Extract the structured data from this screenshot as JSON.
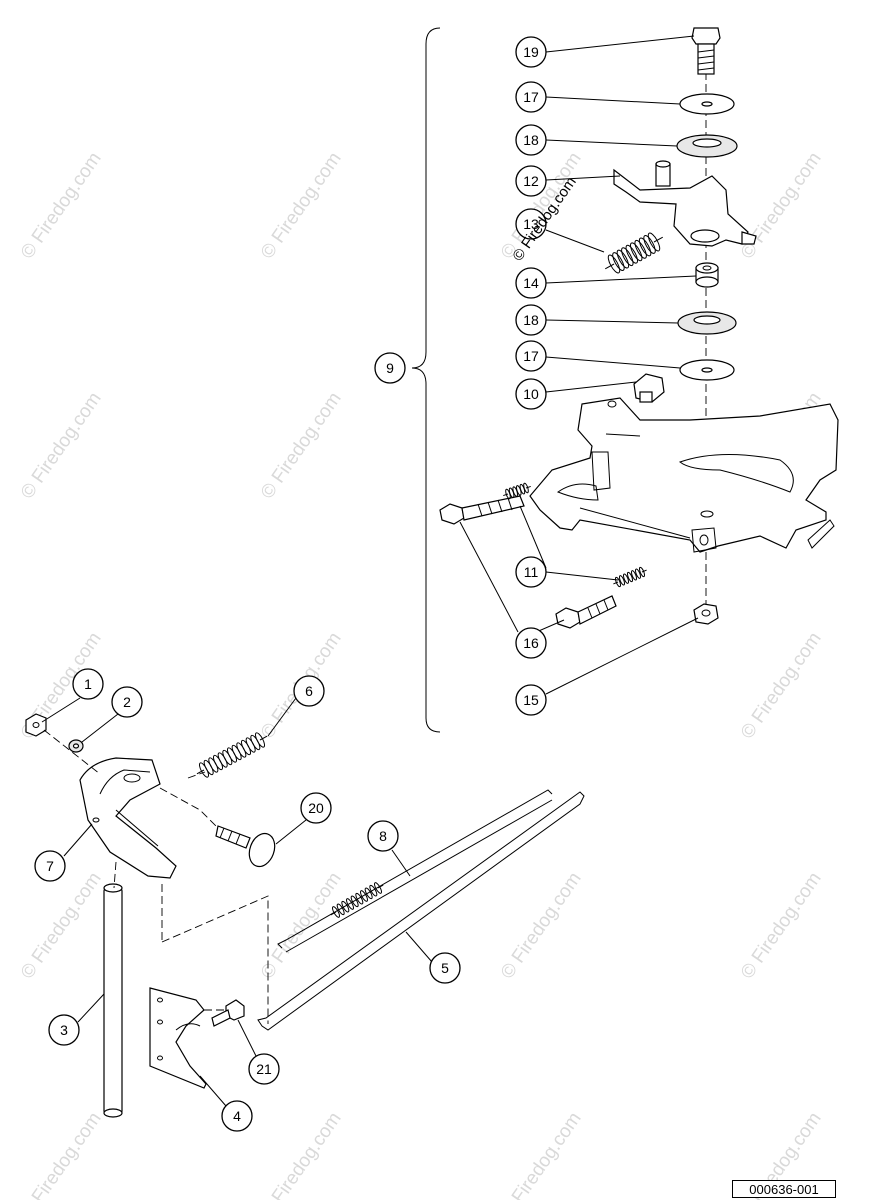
{
  "diagram": {
    "reference_code": "000636-001",
    "watermark_text": "© Firedog.com",
    "callouts": [
      {
        "id": "c1",
        "label": "1"
      },
      {
        "id": "c2",
        "label": "2"
      },
      {
        "id": "c3",
        "label": "3"
      },
      {
        "id": "c4",
        "label": "4"
      },
      {
        "id": "c5",
        "label": "5"
      },
      {
        "id": "c6",
        "label": "6"
      },
      {
        "id": "c7",
        "label": "7"
      },
      {
        "id": "c8",
        "label": "8"
      },
      {
        "id": "c9",
        "label": "9"
      },
      {
        "id": "c10",
        "label": "10"
      },
      {
        "id": "c11",
        "label": "11"
      },
      {
        "id": "c12",
        "label": "12"
      },
      {
        "id": "c13",
        "label": "13"
      },
      {
        "id": "c14",
        "label": "14"
      },
      {
        "id": "c15",
        "label": "15"
      },
      {
        "id": "c16",
        "label": "16"
      },
      {
        "id": "c17a",
        "label": "17"
      },
      {
        "id": "c17b",
        "label": "17"
      },
      {
        "id": "c18a",
        "label": "18"
      },
      {
        "id": "c18b",
        "label": "18"
      },
      {
        "id": "c19",
        "label": "19"
      },
      {
        "id": "c20",
        "label": "20"
      },
      {
        "id": "c21",
        "label": "21"
      }
    ]
  }
}
